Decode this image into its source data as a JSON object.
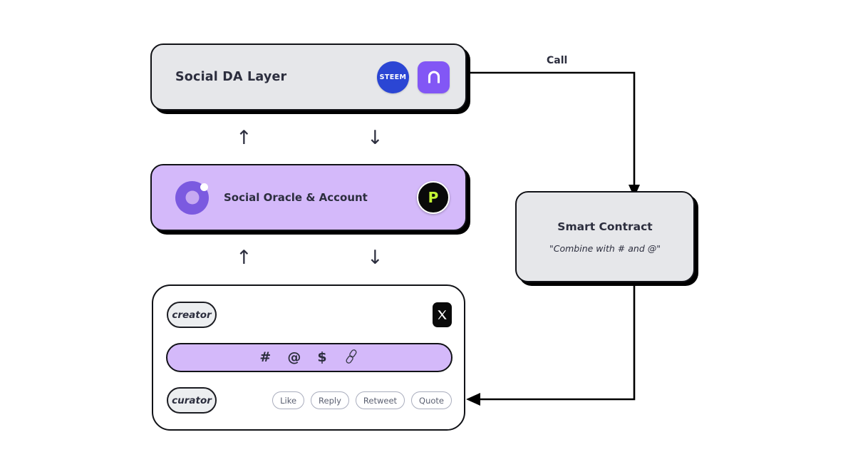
{
  "diagram": {
    "title": "Social DA Layer / Smart Contract architecture",
    "colors": {
      "purple_panel": "#d4b9fa",
      "purple_icon": "#8257f5",
      "steem_blue": "#2b46d4",
      "lime": "#c4f535",
      "ink": "#2c2e3e",
      "card_gray": "#e6e7ea"
    }
  },
  "da_layer": {
    "title": "Social DA Layer",
    "logos": [
      {
        "name": "steem-logo",
        "label": "STEEM"
      },
      {
        "name": "arch-logo",
        "label": ""
      }
    ]
  },
  "oracle": {
    "title": "Social Oracle & Account",
    "badge_letter": "P"
  },
  "social_card": {
    "creator_pill": "creator",
    "curator_pill": "curator",
    "platform": "X",
    "toolbar_glyphs": [
      {
        "name": "hashtag-icon",
        "glyph": "#"
      },
      {
        "name": "mention-icon",
        "glyph": "@"
      },
      {
        "name": "cashtag-icon",
        "glyph": "$"
      },
      {
        "name": "link-icon",
        "glyph": ""
      }
    ],
    "actions": [
      "Like",
      "Reply",
      "Retweet",
      "Quote"
    ]
  },
  "smart_contract": {
    "title": "Smart Contract",
    "subtitle": "\"Combine with # and @\""
  },
  "connectors": {
    "call_label": "Call",
    "stack_arrows": [
      {
        "name": "arrow-up-da",
        "glyph": "↑"
      },
      {
        "name": "arrow-down-da",
        "glyph": "↓"
      },
      {
        "name": "arrow-up-oracle",
        "glyph": "↑"
      },
      {
        "name": "arrow-down-oracle",
        "glyph": "↓"
      }
    ]
  }
}
